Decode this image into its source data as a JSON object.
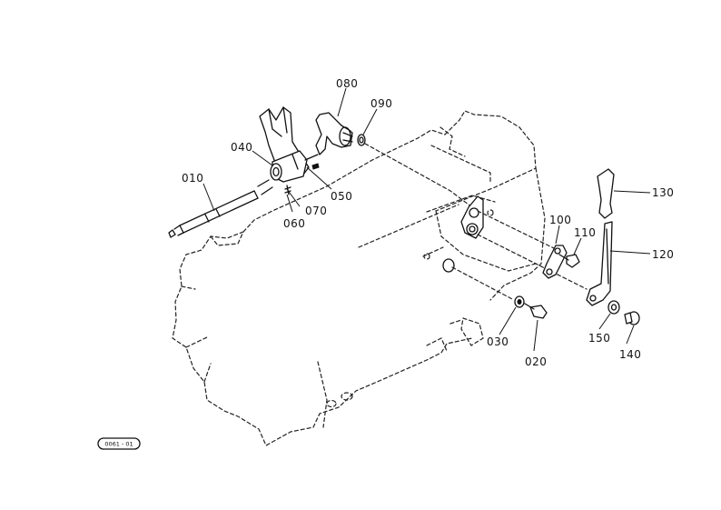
{
  "callouts": {
    "p010": "010",
    "p020": "020",
    "p030": "030",
    "p040": "040",
    "p050": "050",
    "p060": "060",
    "p070": "070",
    "p080": "080",
    "p090": "090",
    "p100": "100",
    "p110": "110",
    "p120": "120",
    "p130": "130",
    "p140": "140",
    "p150": "150"
  },
  "figure_code": "0061 - 01"
}
